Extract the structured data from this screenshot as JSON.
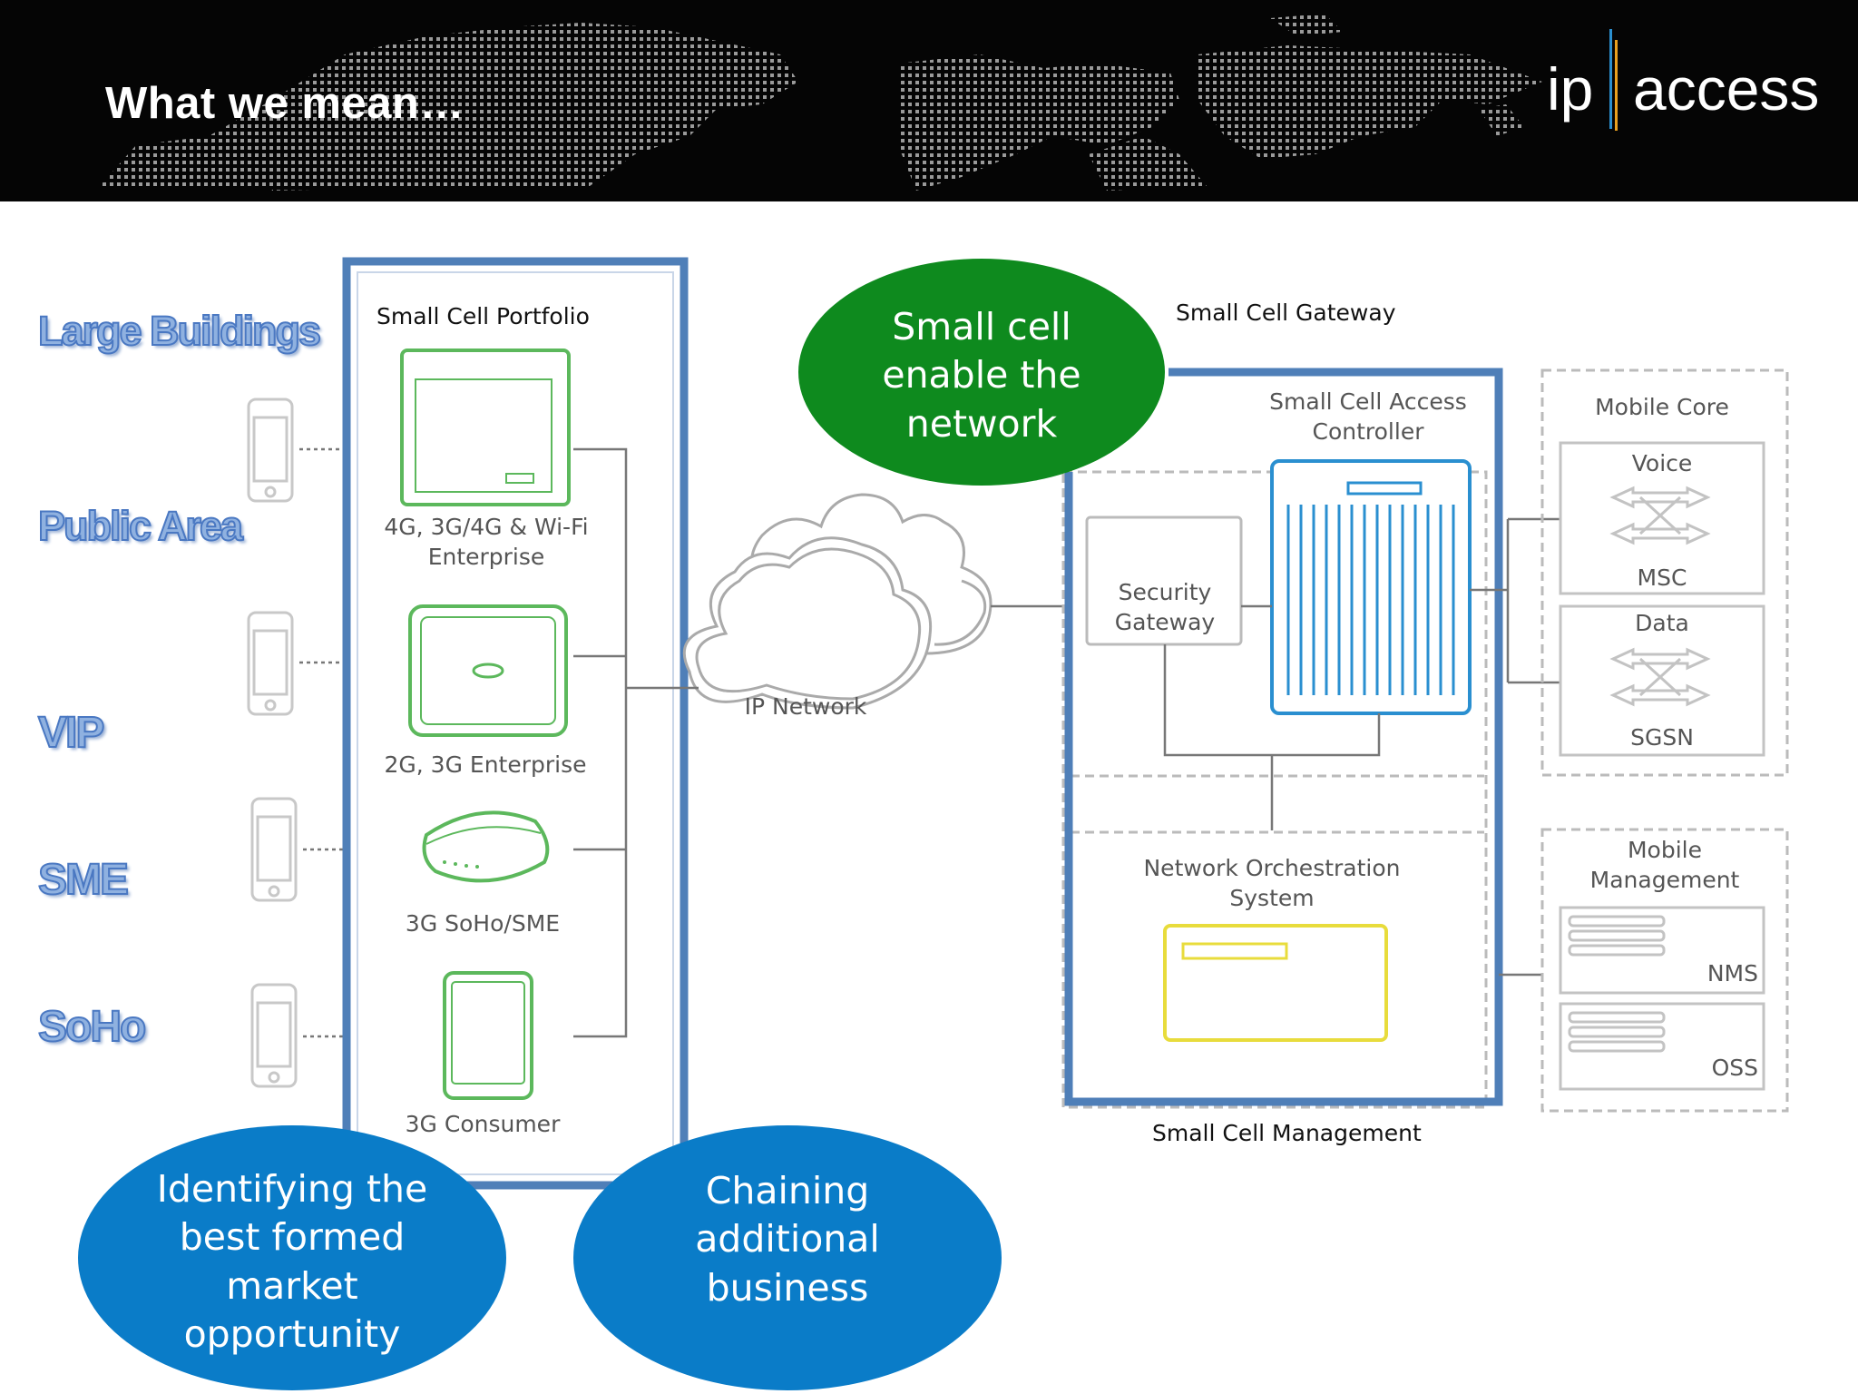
{
  "header": {
    "title": "What we mean…",
    "logo_ip": "ip",
    "logo_access": "access"
  },
  "segments": [
    "Large Buildings",
    "Public Area",
    "VIP",
    "SME",
    "SoHo"
  ],
  "portfolio": {
    "title": "Small Cell Portfolio",
    "items": [
      "4G, 3G/4G & Wi-Fi Enterprise",
      "2G, 3G Enterprise",
      "3G SoHo/SME",
      "3G Consumer"
    ]
  },
  "network": {
    "ip_network": "IP Network",
    "gateway_title": "Small Cell Gateway",
    "security_gateway": "Security Gateway",
    "access_controller": "Small Cell Access Controller",
    "orchestration": "Network Orchestration System",
    "management_title": "Small Cell Management"
  },
  "core": {
    "title": "Mobile Core",
    "voice": "Voice",
    "msc": "MSC",
    "data": "Data",
    "sgsn": "SGSN"
  },
  "management": {
    "title": "Mobile Management",
    "nms": "NMS",
    "oss": "OSS"
  },
  "bubbles": {
    "green": "Small cell enable the network",
    "blue_left": "Identifying the best formed market opportunity",
    "blue_right": "Chaining additional business"
  },
  "colors": {
    "frame_blue": "#4f7fb8",
    "device_green": "#5cb85c",
    "controller_blue": "#2a8fd0",
    "orchestration_yellow": "#e8dc3c",
    "bubble_green": "#0e8a1e",
    "bubble_blue": "#0a7cc8"
  }
}
